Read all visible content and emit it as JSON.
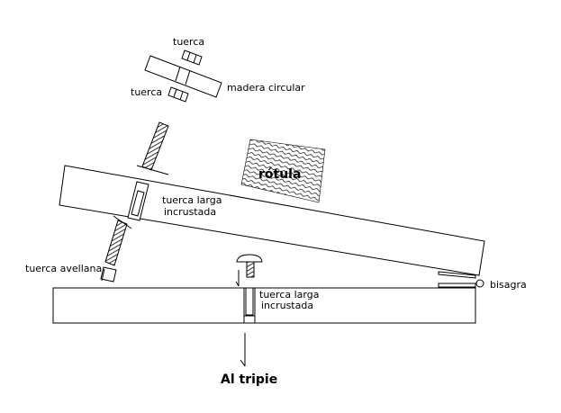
{
  "labels": {
    "tuerca_top": "tuerca",
    "tuerca_bottom": "tuerca",
    "madera_circular": "madera circular",
    "rotula": "rótula",
    "tuerca_larga_upper_1": "tuerca larga",
    "tuerca_larga_upper_2": "incrustada",
    "tuerca_avellana": "tuerca avellana",
    "tuerca_larga_lower_1": "tuerca larga",
    "tuerca_larga_lower_2": "incrustada",
    "bisagra": "bisagra",
    "al_tripie": "Al tripie"
  }
}
